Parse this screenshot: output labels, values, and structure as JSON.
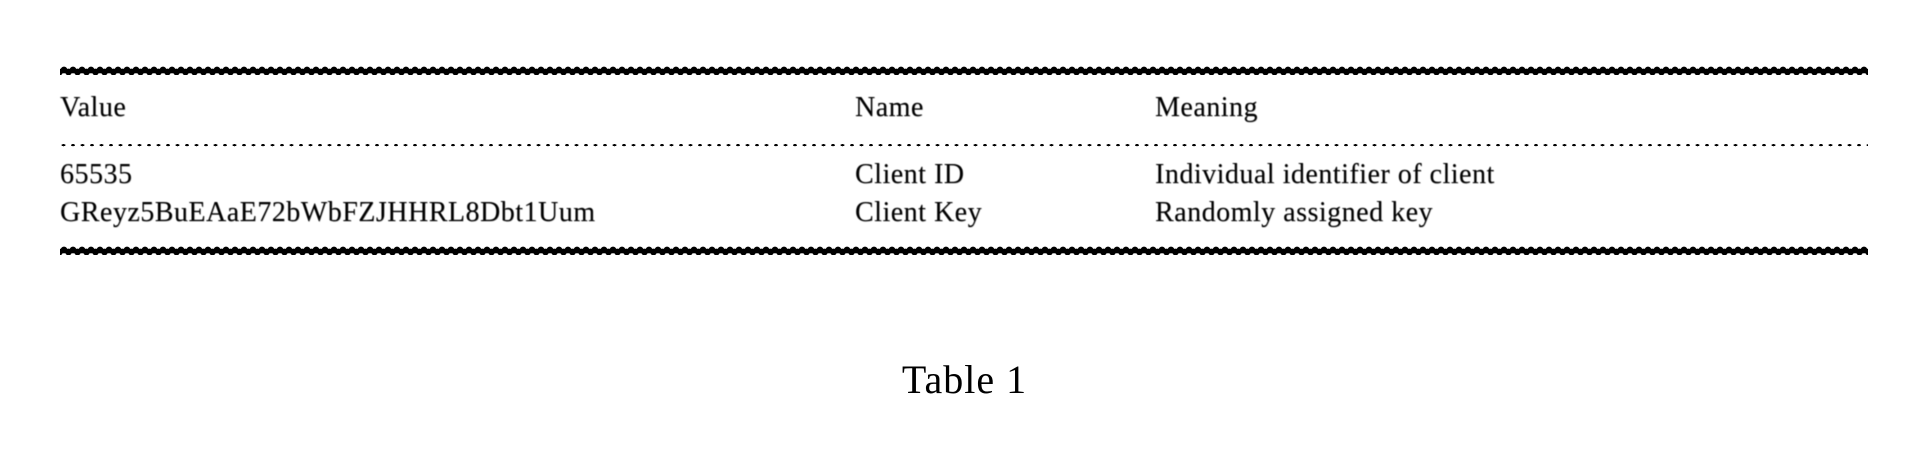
{
  "document": {
    "caption": "Table 1",
    "table": {
      "headers": [
        "Value",
        "Name",
        "Meaning"
      ],
      "rows": [
        [
          "65535",
          "Client ID",
          "Individual identifier of client"
        ],
        [
          "GReyz5BuEAaE72bWbFZJHHRL8Dbt1Uum",
          "Client Key",
          "Randomly assigned key"
        ]
      ]
    },
    "colors": {
      "ink": "#0a0a0a",
      "paper": "#ffffff"
    }
  }
}
